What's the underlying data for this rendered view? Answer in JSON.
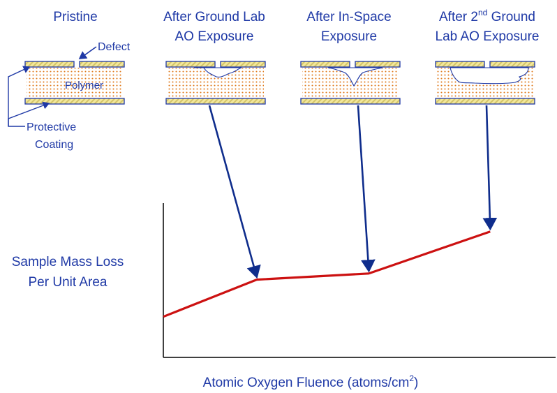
{
  "panels": [
    {
      "id": "pristine",
      "title_lines": [
        "Pristine"
      ]
    },
    {
      "id": "ground1",
      "title_lines": [
        "After Ground Lab",
        "AO Exposure"
      ]
    },
    {
      "id": "space",
      "title_lines": [
        "After In-Space",
        "Exposure"
      ]
    },
    {
      "id": "ground2",
      "title_lines": [
        "After 2nd Ground",
        "Lab AO Exposure"
      ],
      "title_sup": "nd"
    }
  ],
  "labels": {
    "defect": "Defect",
    "polymer": "Polymer",
    "coating_line1": "Protective",
    "coating_line2": "Coating"
  },
  "chart_data": {
    "type": "line",
    "ylabel_lines": [
      "Sample Mass Loss",
      "Per Unit Area"
    ],
    "xlabel": "Atomic Oxygen Fluence (atoms/cm",
    "xlabel_sup": "2",
    "xlabel_end": ")",
    "series": [
      {
        "values": [
          {
            "x": 0,
            "y": 0.33
          },
          {
            "x": 1.0,
            "y": 0.63
          },
          {
            "x": 2.2,
            "y": 0.68
          },
          {
            "x": 3.5,
            "y": 1.02
          }
        ]
      }
    ],
    "xlim": [
      0,
      4.2
    ],
    "ylim": [
      0,
      1.25
    ],
    "markers": [
      {
        "panel": "ground1",
        "point_index": 1
      },
      {
        "panel": "space",
        "point_index": 2
      },
      {
        "panel": "ground2",
        "point_index": 3
      }
    ]
  },
  "colors": {
    "text": "#1f39a6",
    "line": "#cc1111",
    "arrow": "#0f2d8c",
    "axis": "#000000",
    "coating": "#f2e79b",
    "polymer_dot": "#e07a1a"
  }
}
